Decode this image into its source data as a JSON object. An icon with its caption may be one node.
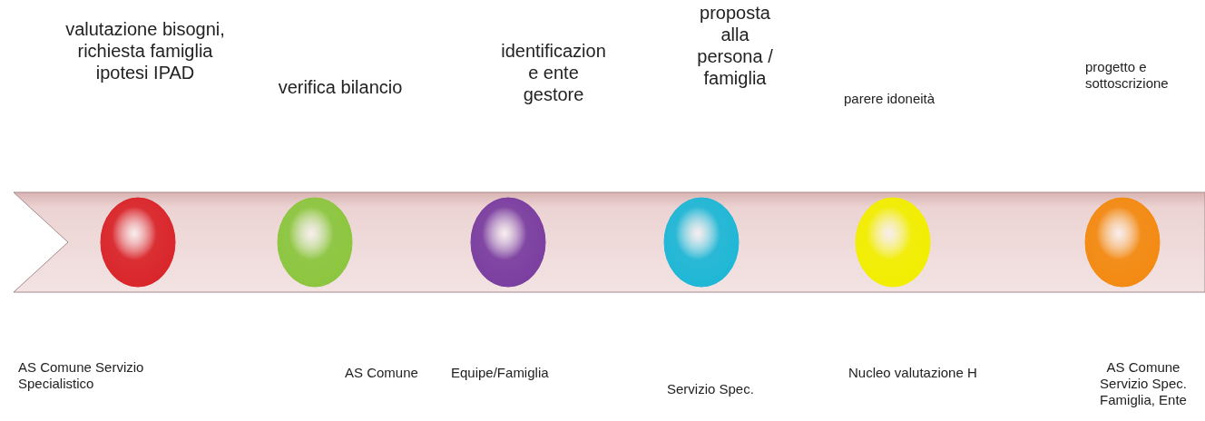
{
  "diagram": {
    "nodes": [
      {
        "text": [],
        "shape": "bar"
      },
      {
        "text": [],
        "shape": "circle",
        "in": 0
      },
      {
        "text": [],
        "shape": "circle",
        "in": 0
      },
      {
        "text": [],
        "shape": "circle",
        "in": 0
      },
      {
        "text": [],
        "shape": "circle",
        "in": 0
      },
      {
        "text": [],
        "shape": "circle",
        "in": 0
      },
      {
        "text": [],
        "shape": "circle",
        "in": 0
      }
    ],
    "edges": [],
    "labels": [
      "valutazione bisogni, richiesta famiglia ipotesi IPAD",
      "verifica bilancio",
      "identificazion e ente gestore",
      "proposta alla persona / famiglia",
      "parere idoneità",
      "progetto e sottoscrizione",
      "AS Comune Servizio Specialistico",
      "AS Comune",
      "Equipe/Famiglia",
      "Servizio Spec.",
      "Nucleo valutazione H",
      "AS Comune Servizio Spec. Famiglia, Ente"
    ]
  }
}
